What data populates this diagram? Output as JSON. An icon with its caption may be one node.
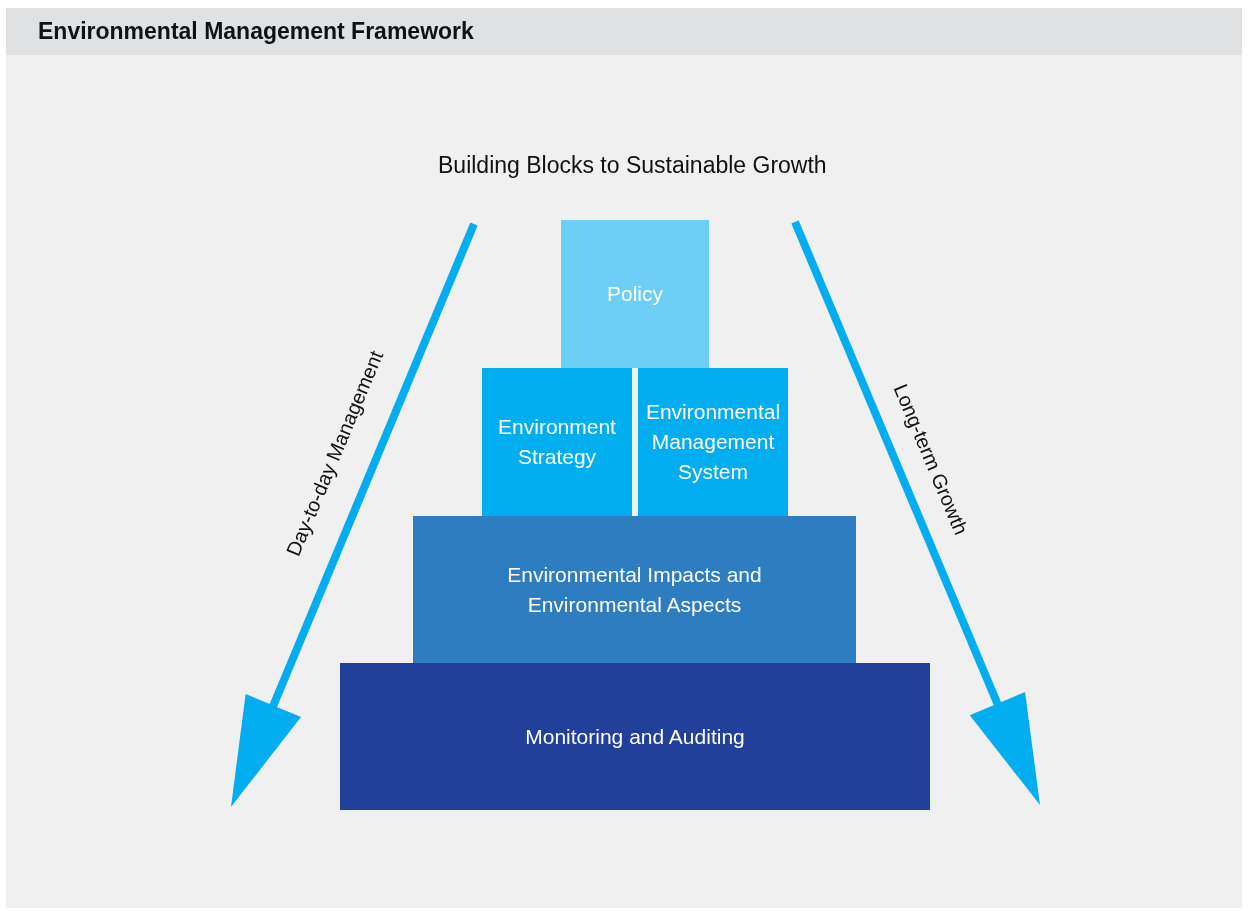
{
  "diagram": {
    "title": "Environmental Management Framework",
    "nodes": [
      {
        "text": [
          "Policy"
        ]
      },
      {
        "text": [
          "Environment Strategy"
        ]
      },
      {
        "text": [
          "Environmental Management System"
        ]
      },
      {
        "text": [
          "Environmental Impacts and Environmental Aspects"
        ]
      },
      {
        "text": [
          "Monitoring and Auditing"
        ]
      }
    ],
    "labels": [
      "Building Blocks to Sustainable Growth",
      "Day-to-day Management",
      "Long-term Growth"
    ]
  }
}
